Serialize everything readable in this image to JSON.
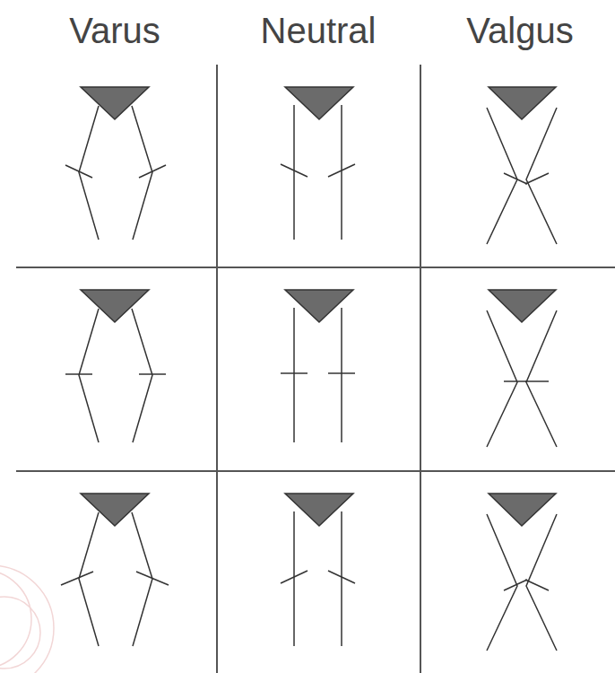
{
  "diagram": {
    "labels": [
      "Varus",
      "Neutral",
      "Valgus"
    ]
  }
}
